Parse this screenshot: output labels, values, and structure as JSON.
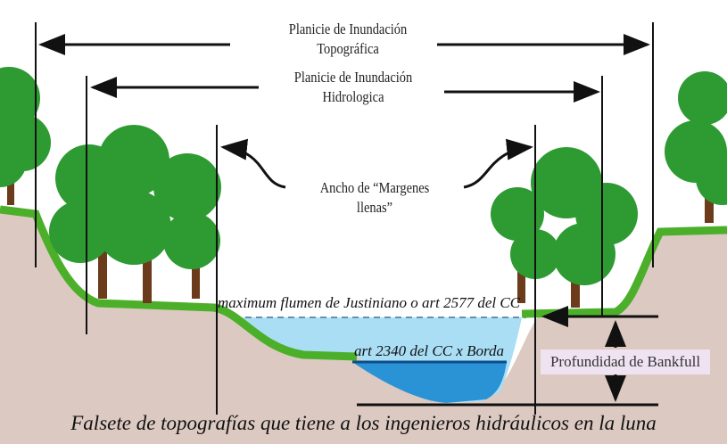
{
  "labels": {
    "topographic_floodplain_line1": "Planicie de Inundación",
    "topographic_floodplain_line2": "Topográfica",
    "hydrologic_floodplain_line1": "Planicie de Inundación",
    "hydrologic_floodplain_line2": "Hidrologica",
    "bankfull_width_line1": "Ancho de “Margenes",
    "bankfull_width_line2": "llenas”",
    "maximum_flumen": "maximum flumen de Justiniano o art 2577 del CC",
    "art_2340": "art 2340 del CC x Borda",
    "bankfull_depth": "Profundidad de Bankfull"
  },
  "caption": "Falsete de topografías que tiene a los ingenieros hidráulicos en la luna",
  "colors": {
    "ground": "#dcc9c2",
    "grass": "#4caf2a",
    "tree": "#2e9a32",
    "shallow_water": "#a9def5",
    "deep_water": "#2a93d6"
  }
}
